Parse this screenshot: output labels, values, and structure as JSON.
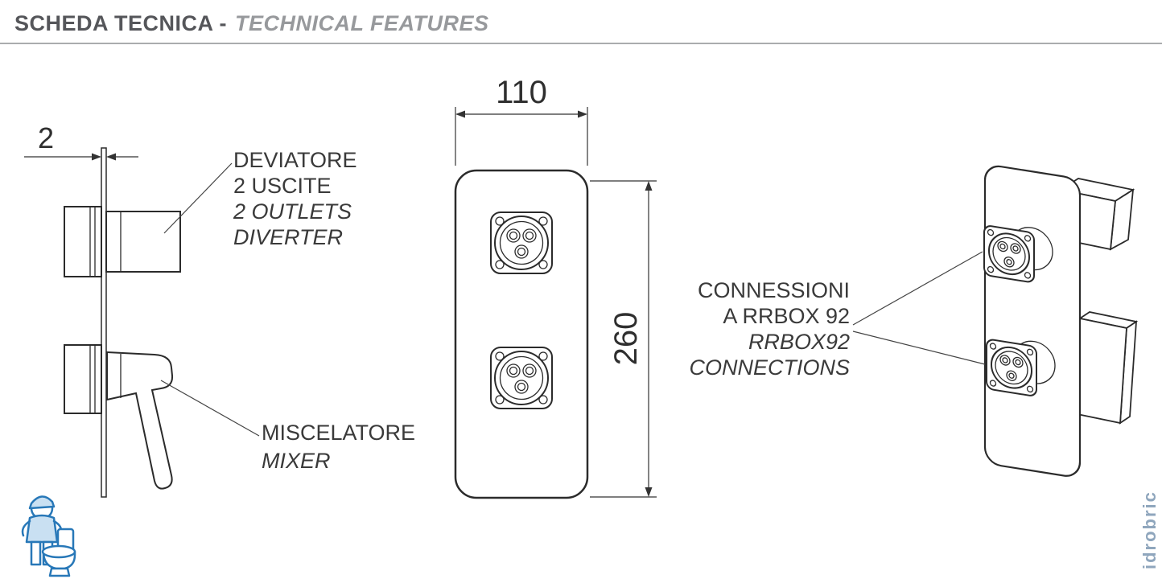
{
  "header": {
    "title_primary": "SCHEDA TECNICA -",
    "title_secondary": "TECHNICAL FEATURES"
  },
  "side_view": {
    "thickness_dim": "2",
    "diverter_label": [
      "DEVIATORE",
      "2 USCITE",
      "2 OUTLETS",
      "DIVERTER"
    ],
    "mixer_label": [
      "MISCELATORE",
      "MIXER"
    ]
  },
  "front_view": {
    "width_dim": "110",
    "height_dim": "260"
  },
  "iso_view": {
    "connections_label": [
      "CONNESSIONI",
      "A RRBOX 92",
      "RRBOX92",
      "CONNECTIONS"
    ]
  },
  "watermark": {
    "text": "idrobric"
  },
  "colors": {
    "title_primary": "#55565a",
    "title_secondary": "#97999c",
    "drawing_line": "#2b2b2b",
    "dimension_text": "#2f2f2f",
    "label_text": "#3a3a3a",
    "logo_blue": "#2878b8",
    "watermark": "#8fa6bd"
  }
}
